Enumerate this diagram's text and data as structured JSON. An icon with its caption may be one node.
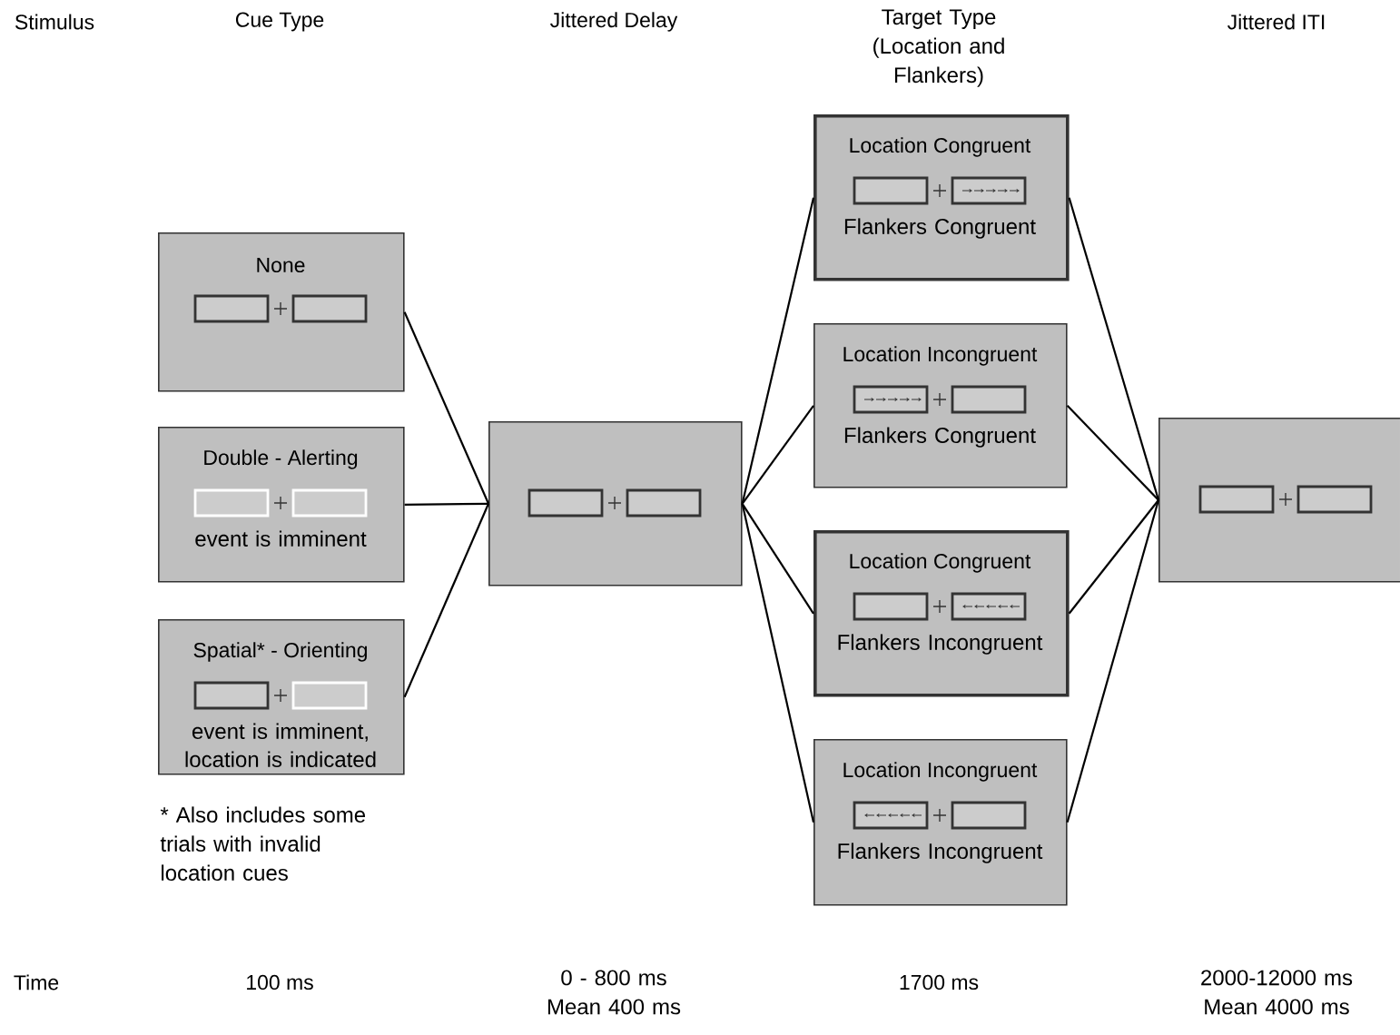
{
  "diagram": {
    "nodes": [
      {
        "text": [
          "None"
        ]
      },
      {
        "text": [
          "Double - Alerting",
          "event is imminent"
        ]
      },
      {
        "text": [
          "Spatial* - Orienting",
          "event is imminent, location is indicated"
        ]
      },
      {
        "text": [],
        "shape": "box"
      },
      {
        "text": [
          "Location Congruent",
          "Flankers Congruent"
        ]
      },
      {
        "text": [
          "Location Incongruent",
          "Flankers Congruent"
        ]
      },
      {
        "text": [
          "Location Congruent",
          "Flankers Incongruent"
        ]
      },
      {
        "text": [
          "Location Incongruent",
          "Flankers Incongruent"
        ]
      },
      {
        "text": [],
        "shape": "box"
      }
    ],
    "edges": [
      {
        "from": 0,
        "to": 3,
        "arrow": "none"
      },
      {
        "from": 1,
        "to": 3,
        "arrow": "none"
      },
      {
        "from": 2,
        "to": 3,
        "arrow": "none"
      },
      {
        "from": 3,
        "to": 4,
        "arrow": "none"
      },
      {
        "from": 3,
        "to": 5,
        "arrow": "none"
      },
      {
        "from": 3,
        "to": 6,
        "arrow": "none"
      },
      {
        "from": 3,
        "to": 7,
        "arrow": "none"
      },
      {
        "from": 4,
        "to": 8,
        "arrow": "none"
      },
      {
        "from": 5,
        "to": 8,
        "arrow": "none"
      },
      {
        "from": 6,
        "to": 8,
        "arrow": "none"
      },
      {
        "from": 7,
        "to": 8,
        "arrow": "none"
      }
    ],
    "labels": [
      "Stimulus",
      "Cue Type",
      "Jittered Delay",
      "Target Type (Location and Flankers)",
      "Jittered ITI",
      "* Also includes some trials with invalid location cues",
      "Time",
      "100 ms",
      "0 - 800 ms Mean 400 ms",
      "1700 ms",
      "2000-12000 ms Mean 4000 ms"
    ]
  }
}
